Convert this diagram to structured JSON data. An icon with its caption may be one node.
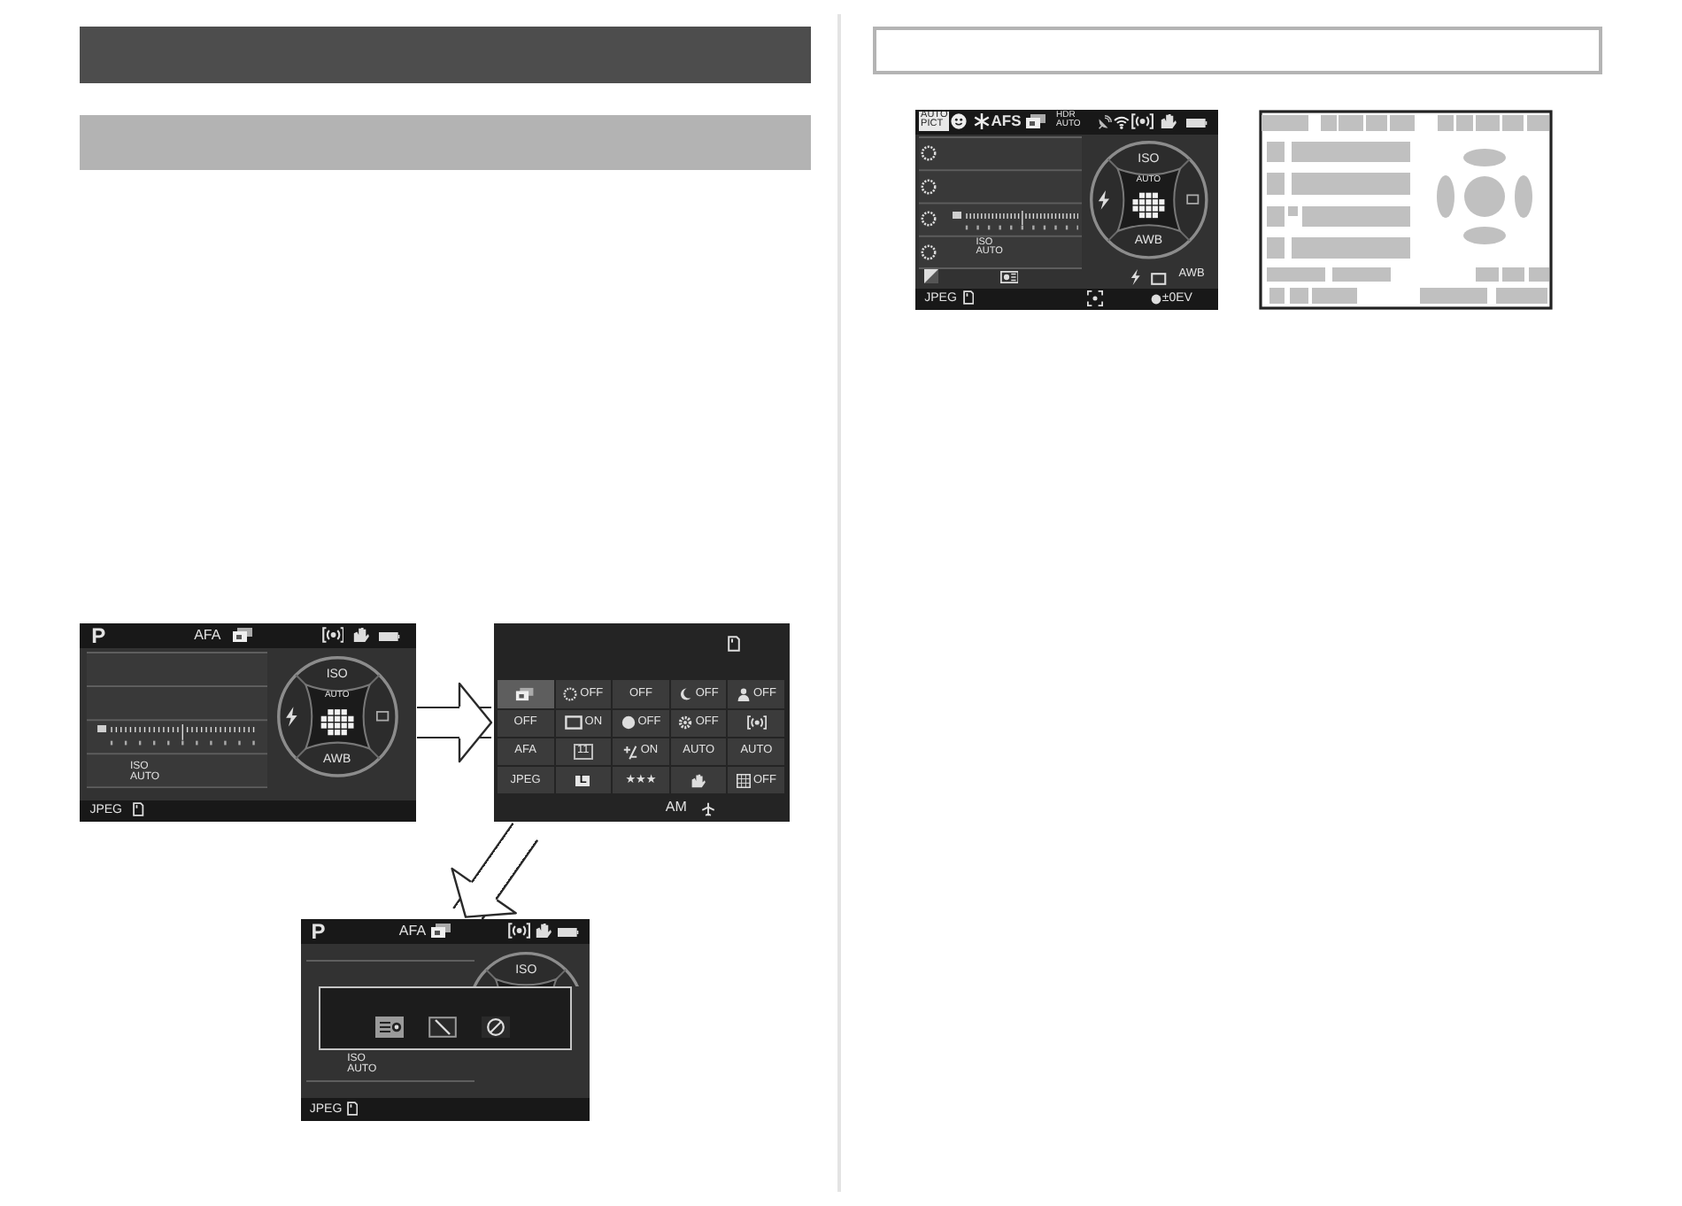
{
  "diagram": {
    "nodes": [
      {
        "text": [],
        "shape": "bar"
      },
      {
        "text": [],
        "shape": "bar"
      },
      {
        "text": [
          "P",
          "AFA",
          "ISO",
          "AUTO",
          "AWB",
          "ISO AUTO",
          "JPEG"
        ]
      },
      {
        "text": [
          "OFF",
          "OFF",
          "OFF",
          "OFF",
          "OFF",
          "ON",
          "OFF",
          "OFF",
          "AFA",
          "11",
          "ON",
          "AUTO",
          "AUTO",
          "JPEG",
          "L",
          "★★★",
          "OFF",
          "AM"
        ]
      },
      {
        "text": [
          "P",
          "AFA",
          "ISO",
          "ISO AUTO",
          "JPEG"
        ]
      },
      {
        "text": [],
        "shape": "box"
      },
      {
        "text": [
          "AUTO PICT",
          "AFS",
          "HDR AUTO",
          "ISO",
          "AUTO",
          "AWB",
          "ISO AUTO",
          "AWB",
          "JPEG",
          "±0EV"
        ]
      }
    ],
    "edges": [
      {
        "from": 2,
        "to": 3,
        "arrow": "to"
      },
      {
        "from": 3,
        "to": 4,
        "arrow": "to"
      }
    ]
  }
}
